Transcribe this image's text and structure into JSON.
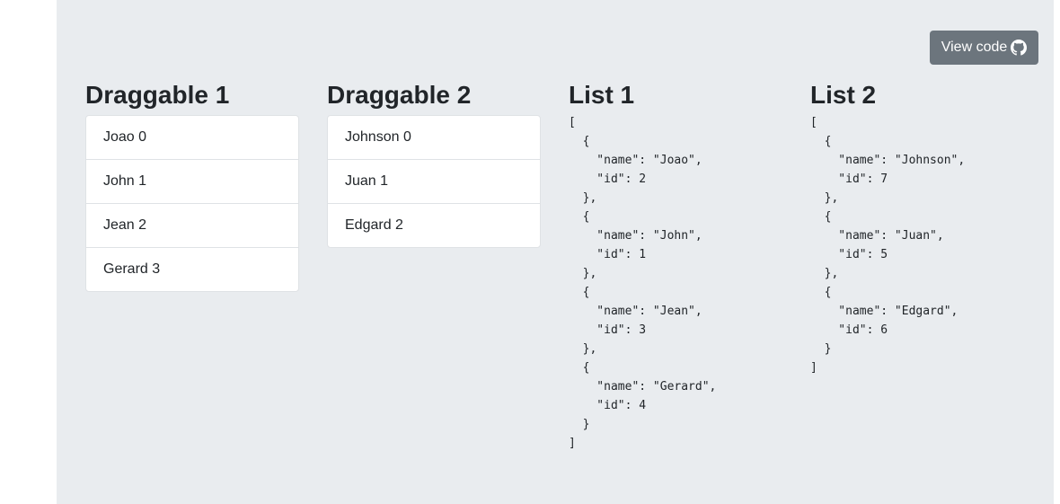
{
  "header": {
    "view_code_label": "View code",
    "view_code_icon": "github-icon"
  },
  "draggable1": {
    "title": "Draggable 1",
    "items": [
      "Joao 0",
      "John 1",
      "Jean 2",
      "Gerard 3"
    ]
  },
  "draggable2": {
    "title": "Draggable 2",
    "items": [
      "Johnson 0",
      "Juan 1",
      "Edgard 2"
    ]
  },
  "list1": {
    "title": "List 1",
    "json": "[\n  {\n    \"name\": \"Joao\",\n    \"id\": 2\n  },\n  {\n    \"name\": \"John\",\n    \"id\": 1\n  },\n  {\n    \"name\": \"Jean\",\n    \"id\": 3\n  },\n  {\n    \"name\": \"Gerard\",\n    \"id\": 4\n  }\n]"
  },
  "list2": {
    "title": "List 2",
    "json": "[\n  {\n    \"name\": \"Johnson\",\n    \"id\": 7\n  },\n  {\n    \"name\": \"Juan\",\n    \"id\": 5\n  },\n  {\n    \"name\": \"Edgard\",\n    \"id\": 6\n  }\n]"
  },
  "colors": {
    "panel_bg": "#e9ecef",
    "button_bg": "#6c757d"
  }
}
